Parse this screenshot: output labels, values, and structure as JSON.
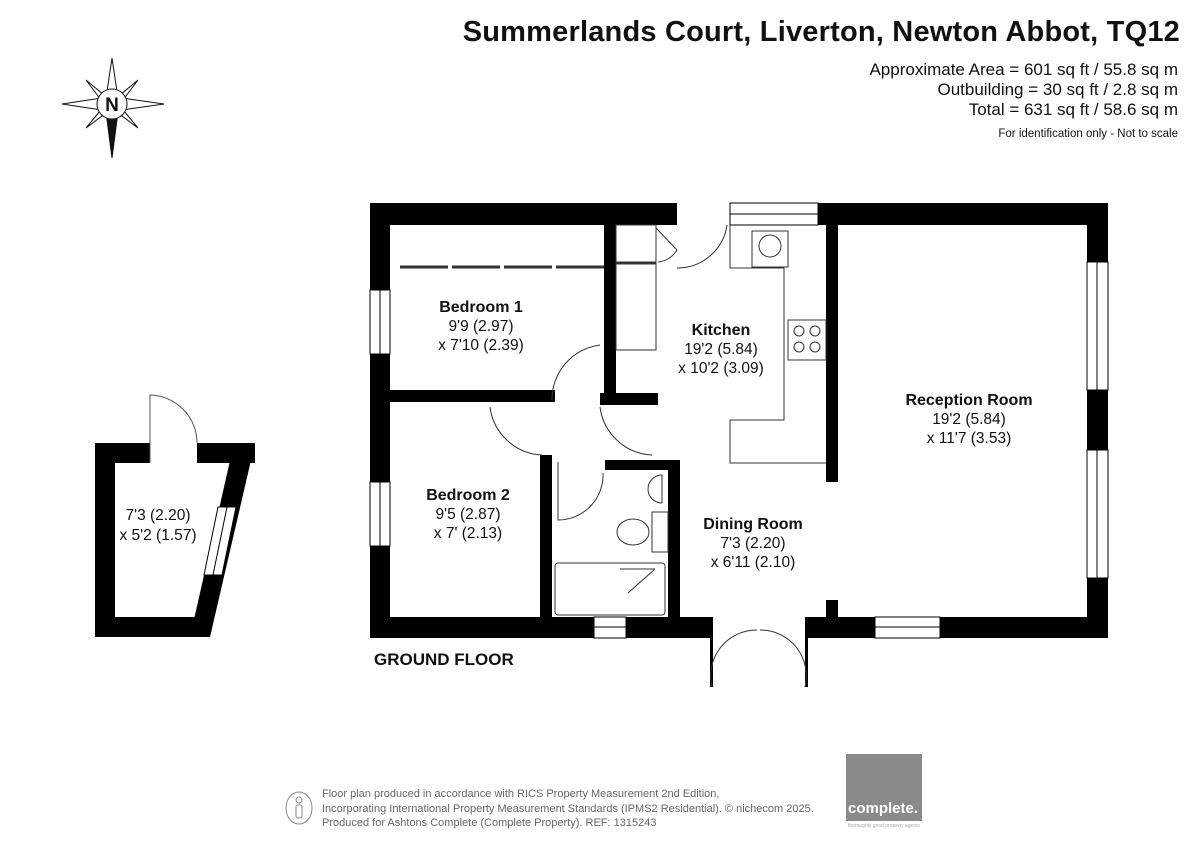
{
  "header": {
    "title": "Summerlands Court, Liverton, Newton Abbot, TQ12",
    "approximate_area": "Approximate Area = 601 sq ft / 55.8 sq m",
    "outbuilding_area": "Outbuilding = 30 sq ft / 2.8 sq m",
    "total_area": "Total = 631 sq ft / 58.6 sq m",
    "note": "For identification only - Not to scale"
  },
  "compass": {
    "label": "N"
  },
  "floor_label": "GROUND FLOOR",
  "rooms": {
    "bedroom1": {
      "name": "Bedroom 1",
      "dim1": "9'9 (2.97)",
      "dim2": "x 7'10 (2.39)"
    },
    "bedroom2": {
      "name": "Bedroom 2",
      "dim1": "9'5 (2.87)",
      "dim2": "x 7' (2.13)"
    },
    "kitchen": {
      "name": "Kitchen",
      "dim1": "19'2 (5.84)",
      "dim2": "x 10'2 (3.09)"
    },
    "reception": {
      "name": "Reception Room",
      "dim1": "19'2 (5.84)",
      "dim2": "x 11'7 (3.53)"
    },
    "dining": {
      "name": "Dining Room",
      "dim1": "7'3 (2.20)",
      "dim2": "x 6'11 (2.10)"
    },
    "outbuilding": {
      "dim1": "7'3 (2.20)",
      "dim2": "x 5'2 (1.57)"
    }
  },
  "footer": {
    "line1": "Floor plan produced in accordance with RICS Property Measurement 2nd Edition,",
    "line2": "Incorporating International Property Measurement Standards (IPMS2 Residential).   © nichecom 2025.",
    "line3": "Produced for Ashtons Complete (Complete Property).   REF: 1315243"
  },
  "logo": {
    "name": "complete.",
    "tagline": "thoroughly good property agents"
  }
}
